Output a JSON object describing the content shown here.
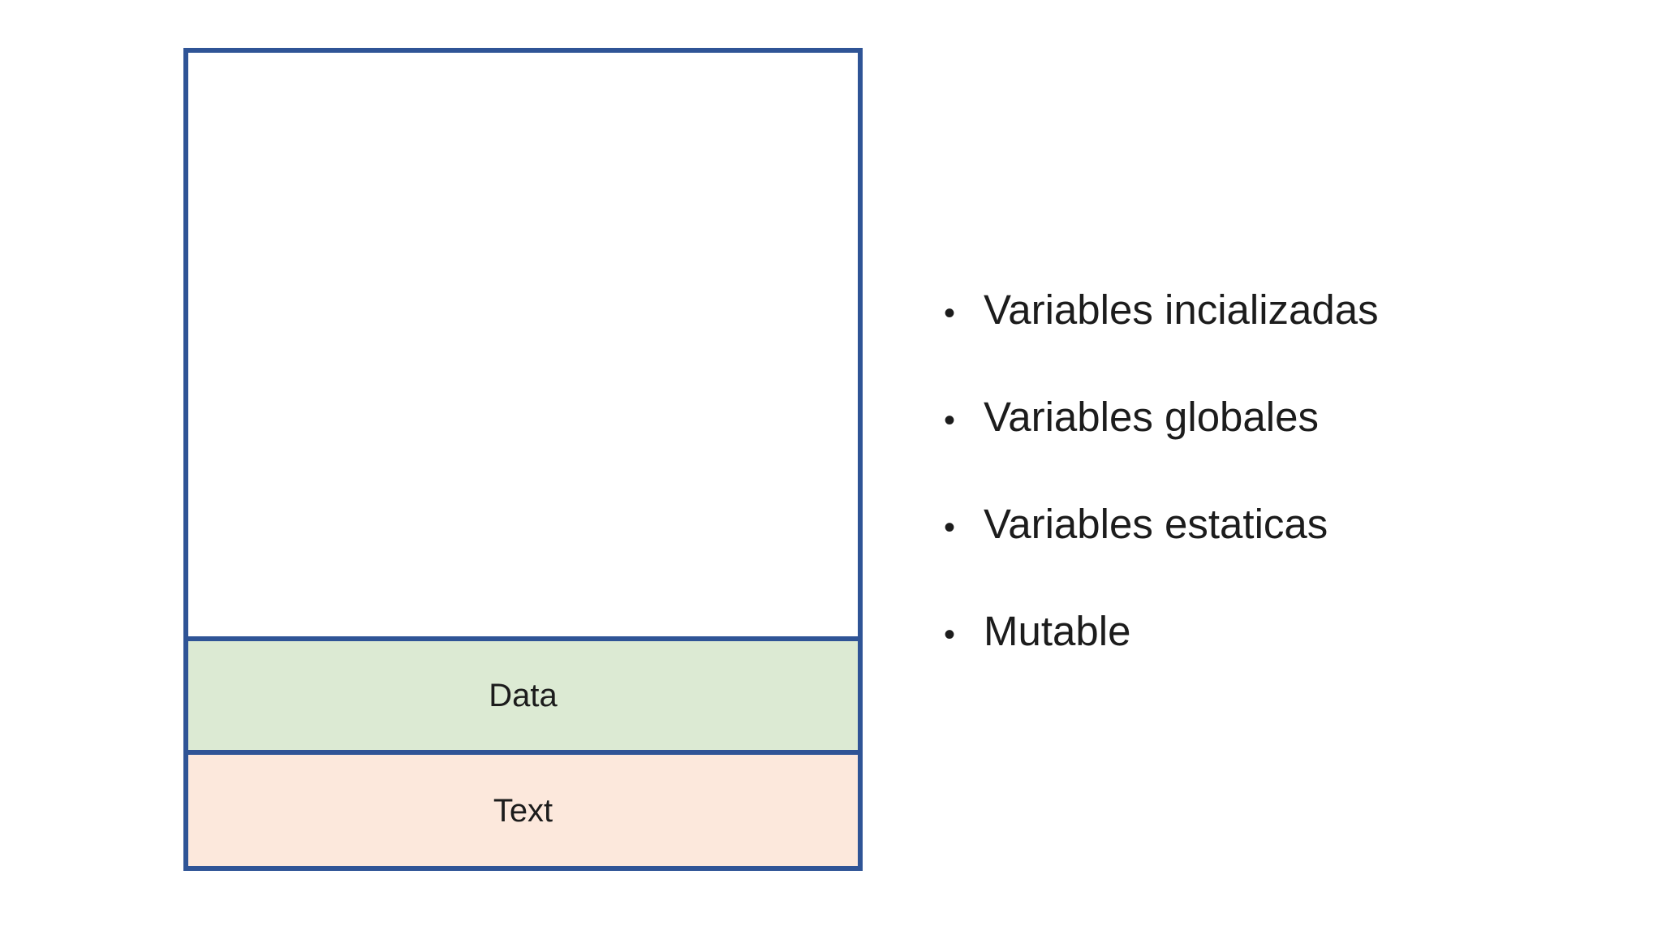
{
  "slide": {
    "background_color": "#ffffff",
    "text_color": "#1c1c1c"
  },
  "diagram": {
    "name": "memory-layout",
    "border_color": "#2f5496",
    "segments": [
      {
        "id": "free-space",
        "label": "",
        "fill": "#ffffff"
      },
      {
        "id": "data",
        "label": "Data",
        "fill": "#dcead3"
      },
      {
        "id": "text",
        "label": "Text",
        "fill": "#fce8dc"
      }
    ]
  },
  "bullet_list": {
    "marker": "•",
    "items": [
      "Variables incializadas",
      "Variables globales",
      "Variables estaticas",
      "Mutable"
    ]
  }
}
